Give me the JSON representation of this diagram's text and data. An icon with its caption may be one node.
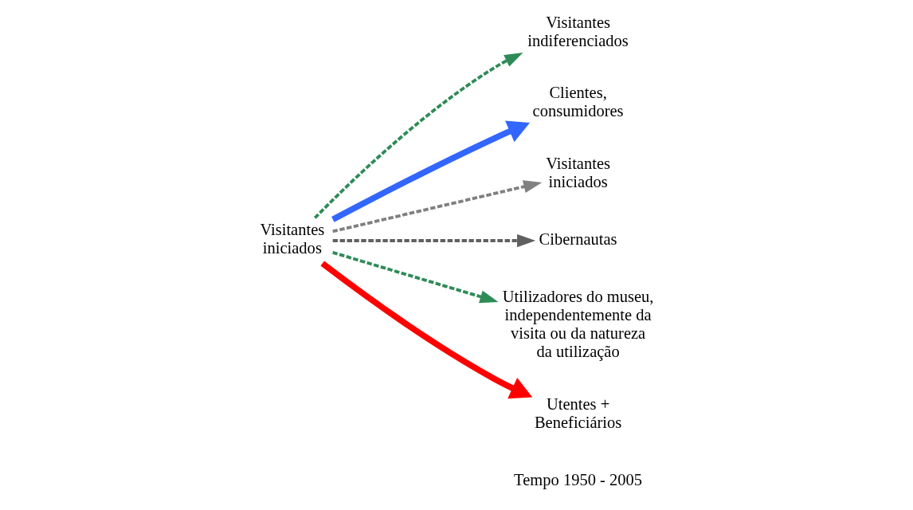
{
  "diagram": {
    "nodes": [
      {
        "text": [
          "Visitantes iniciados"
        ]
      },
      {
        "text": [
          "Visitantes indiferenciados"
        ]
      },
      {
        "text": [
          "Clientes, consumidores"
        ]
      },
      {
        "text": [
          "Visitantes iniciados"
        ]
      },
      {
        "text": [
          "Cibernautas"
        ]
      },
      {
        "text": [
          "Utilizadores do museu, independentemente da visita ou da natureza da utilização"
        ]
      },
      {
        "text": [
          "Utentes + Beneficiários"
        ]
      }
    ],
    "edges": [
      {
        "from": 0,
        "to": 1,
        "arrow": "to",
        "style": "dashed",
        "color": "#2e8b57"
      },
      {
        "from": 0,
        "to": 2,
        "arrow": "to",
        "style": "thick",
        "color": "#3366ff"
      },
      {
        "from": 0,
        "to": 3,
        "arrow": "to",
        "style": "dashed",
        "color": "#808080"
      },
      {
        "from": 0,
        "to": 4,
        "arrow": "to",
        "style": "dashed",
        "color": "#606060"
      },
      {
        "from": 0,
        "to": 5,
        "arrow": "to",
        "style": "dashed",
        "color": "#2e8b57"
      },
      {
        "from": 0,
        "to": 6,
        "arrow": "to",
        "style": "thick",
        "color": "#ff0000"
      }
    ],
    "labels": [
      "Tempo 1950 - 2005"
    ]
  }
}
